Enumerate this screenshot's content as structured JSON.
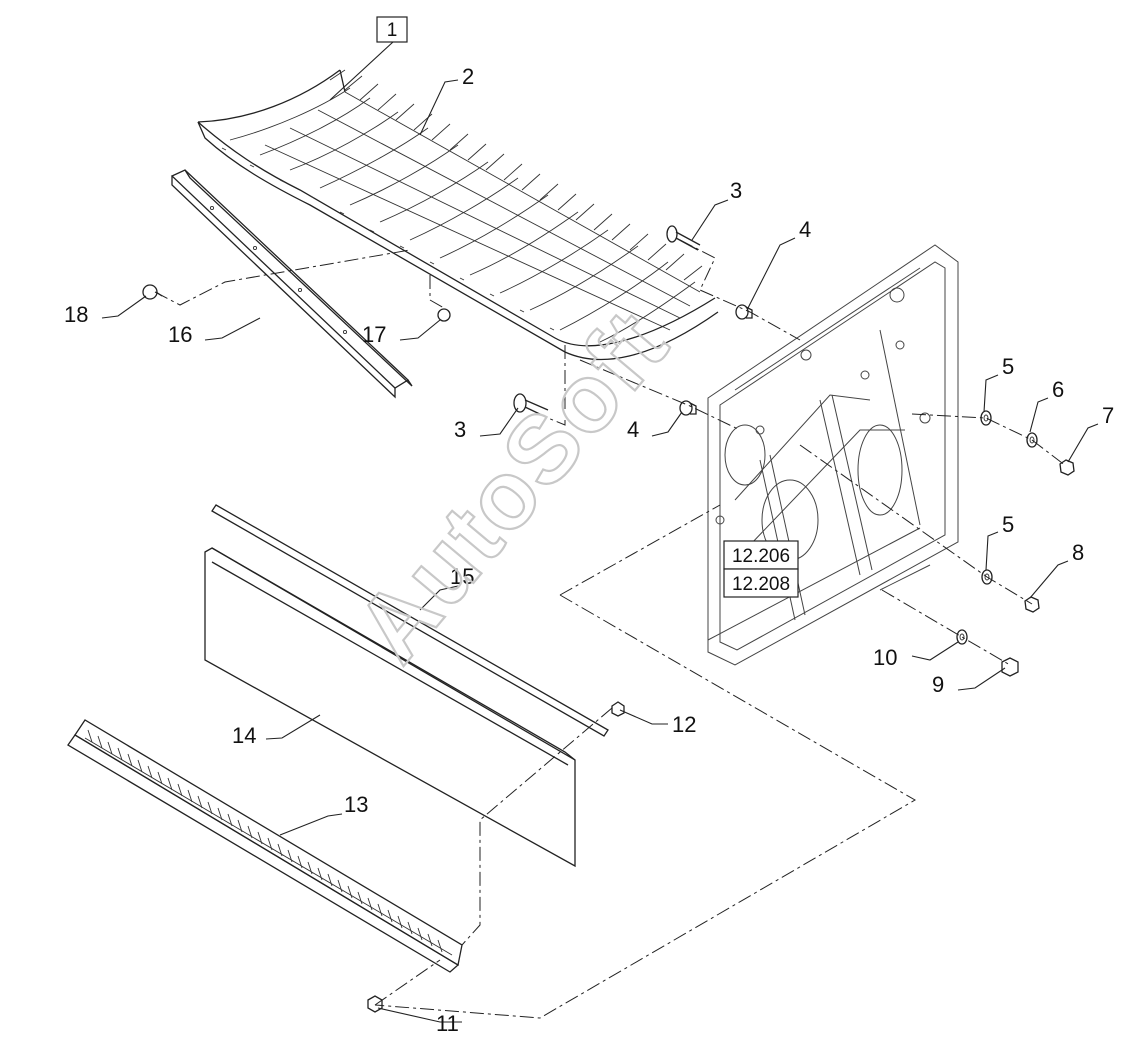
{
  "callouts": [
    {
      "id": "c1",
      "text": "1"
    },
    {
      "id": "c2",
      "text": "2"
    },
    {
      "id": "c3a",
      "text": "3"
    },
    {
      "id": "c3b",
      "text": "3"
    },
    {
      "id": "c4a",
      "text": "4"
    },
    {
      "id": "c4b",
      "text": "4"
    },
    {
      "id": "c5a",
      "text": "5"
    },
    {
      "id": "c5b",
      "text": "5"
    },
    {
      "id": "c6",
      "text": "6"
    },
    {
      "id": "c7",
      "text": "7"
    },
    {
      "id": "c8",
      "text": "8"
    },
    {
      "id": "c9",
      "text": "9"
    },
    {
      "id": "c10",
      "text": "10"
    },
    {
      "id": "c11",
      "text": "11"
    },
    {
      "id": "c12",
      "text": "12"
    },
    {
      "id": "c13",
      "text": "13"
    },
    {
      "id": "c14",
      "text": "14"
    },
    {
      "id": "c15",
      "text": "15"
    },
    {
      "id": "c16",
      "text": "16"
    },
    {
      "id": "c17",
      "text": "17"
    },
    {
      "id": "c18",
      "text": "18"
    }
  ],
  "references": {
    "ref_a": "12.206",
    "ref_b": "12.208"
  },
  "watermark": "AutoSoft",
  "colors": {
    "line": "#222222",
    "background": "#ffffff",
    "watermark": "#c8c8c8"
  }
}
